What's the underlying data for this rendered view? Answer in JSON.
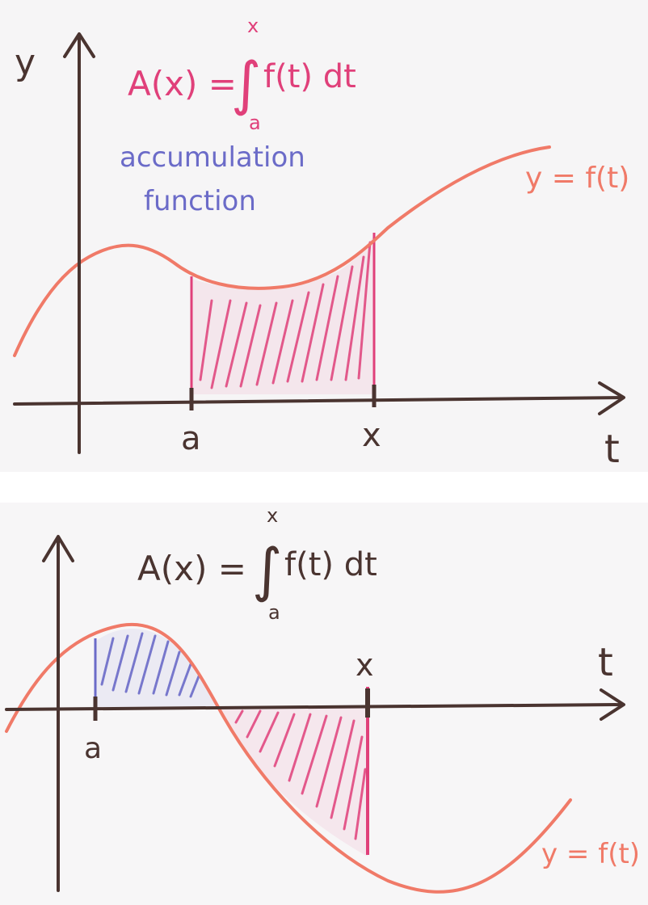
{
  "panel1": {
    "formula": {
      "lhs": "A(x) =",
      "integral_sign": "∫",
      "upper_limit": "x",
      "lower_limit": "a",
      "integrand": "f(t) dt"
    },
    "caption_line1": "accumulation",
    "caption_line2": "function",
    "y_axis_label": "y",
    "t_axis_label": "t",
    "curve_label": "y = f(t)",
    "tick_a": "a",
    "tick_x": "x",
    "colors": {
      "ink": "#4a3430",
      "curve": "#f07a68",
      "shade": "#e0407a",
      "caption": "#6b6bc8"
    }
  },
  "panel2": {
    "formula": {
      "lhs": "A(x) =",
      "integral_sign": "∫",
      "upper_limit": "x",
      "lower_limit": "a",
      "integrand": "f(t) dt"
    },
    "t_axis_label": "t",
    "curve_label": "y = f(t)",
    "tick_a": "a",
    "tick_x": "x",
    "colors": {
      "ink": "#4a3430",
      "curve": "#f07a68",
      "shade_positive": "#6b6bc8",
      "shade_negative": "#e0407a"
    }
  }
}
